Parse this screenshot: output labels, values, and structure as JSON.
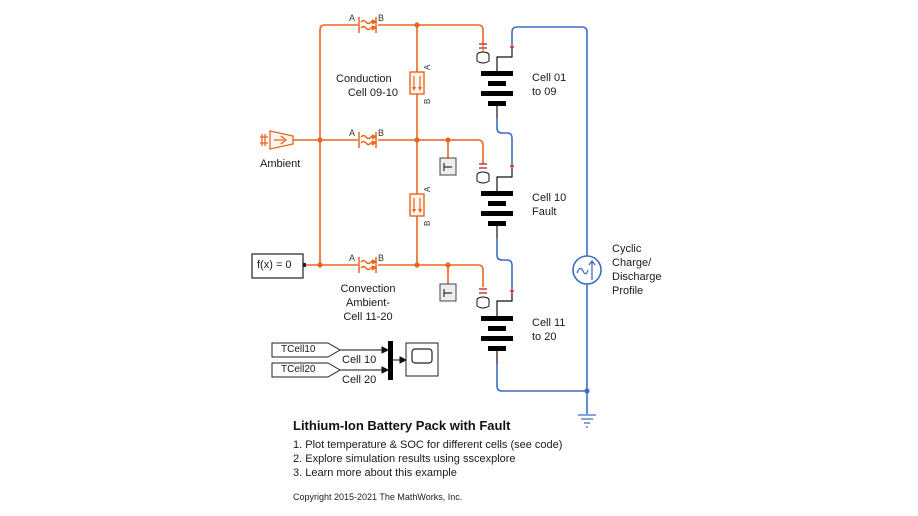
{
  "diagram": {
    "colors": {
      "thermal": "#e8651f",
      "electrical": "#3b6fc4",
      "battery": "#000000",
      "terminal": "#c0141c"
    },
    "conduction_label": [
      "Conduction",
      "Cell 09-10"
    ],
    "convection_label": [
      "Convection",
      "Ambient-",
      "Cell 11-20"
    ],
    "ambient_label": "Ambient",
    "constant_block": "f(x) = 0",
    "port_a": "A",
    "port_b": "B",
    "sensor_glyph": "T",
    "cells": [
      {
        "label_line1": "Cell 01",
        "label_line2": "to 09"
      },
      {
        "label_line1": "Cell 10",
        "label_line2": "Fault"
      },
      {
        "label_line1": "Cell 11",
        "label_line2": "to 20"
      }
    ],
    "source_label": [
      "Cyclic",
      "Charge/",
      "Discharge",
      "Profile"
    ],
    "goto_tags": [
      "TCell10",
      "TCell20"
    ],
    "signal_labels": [
      "Cell 10",
      "Cell 20"
    ]
  },
  "info": {
    "title": "Lithium-Ion Battery Pack with Fault",
    "links": [
      "1. Plot temperature & SOC for different cells (see code)",
      "2. Explore simulation results using sscexplore",
      "3. Learn more about this example"
    ],
    "copyright": "Copyright 2015-2021 The MathWorks, Inc."
  }
}
